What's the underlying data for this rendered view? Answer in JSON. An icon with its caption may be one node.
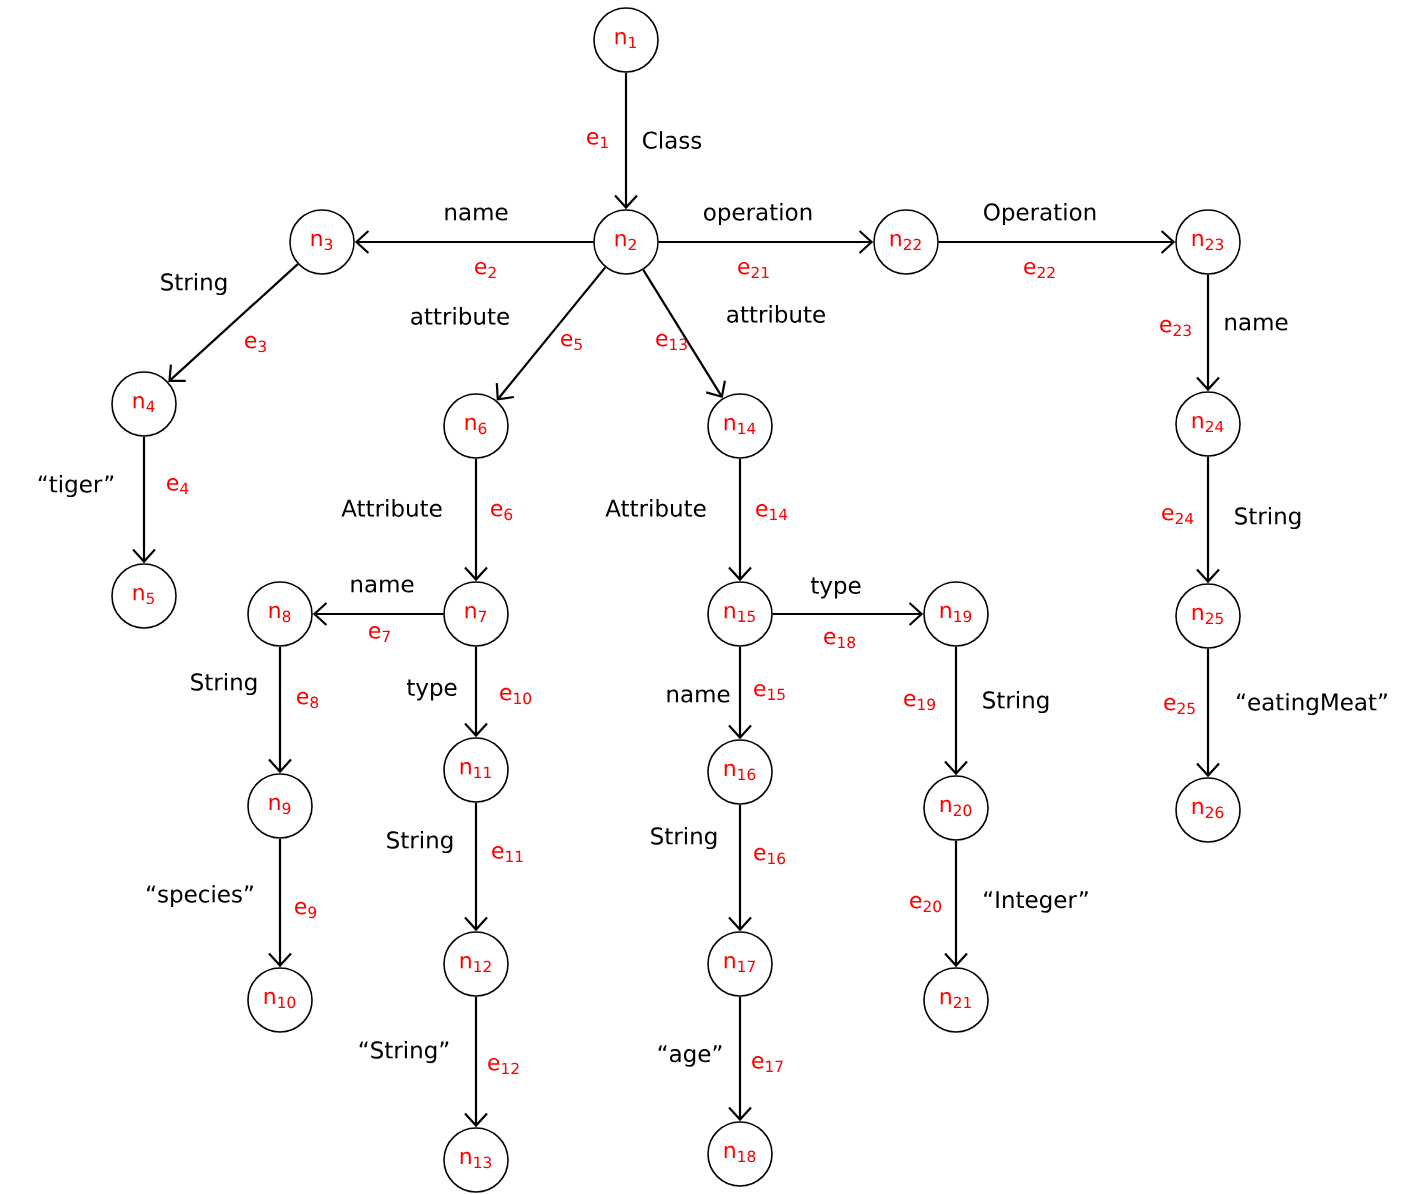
{
  "diagram": {
    "nodes": [
      {
        "text": [
          "n$_{1}$"
        ]
      },
      {
        "text": [
          "n$_{2}$"
        ]
      },
      {
        "text": [
          "n$_{3}$"
        ]
      },
      {
        "text": [
          "n$_{4}$"
        ]
      },
      {
        "text": [
          "n$_{5}$"
        ]
      },
      {
        "text": [
          "n$_{6}$"
        ]
      },
      {
        "text": [
          "n$_{7}$"
        ]
      },
      {
        "text": [
          "n$_{8}$"
        ]
      },
      {
        "text": [
          "n$_{9}$"
        ]
      },
      {
        "text": [
          "n$_{10}$"
        ]
      },
      {
        "text": [
          "n$_{11}$"
        ]
      },
      {
        "text": [
          "n$_{12}$"
        ]
      },
      {
        "text": [
          "n$_{13}$"
        ]
      },
      {
        "text": [
          "n$_{14}$"
        ]
      },
      {
        "text": [
          "n$_{15}$"
        ]
      },
      {
        "text": [
          "n$_{16}$"
        ]
      },
      {
        "text": [
          "n$_{17}$"
        ]
      },
      {
        "text": [
          "n$_{18}$"
        ]
      },
      {
        "text": [
          "n$_{19}$"
        ]
      },
      {
        "text": [
          "n$_{20}$"
        ]
      },
      {
        "text": [
          "n$_{21}$"
        ]
      },
      {
        "text": [
          "n$_{22}$"
        ]
      },
      {
        "text": [
          "n$_{23}$"
        ]
      },
      {
        "text": [
          "n$_{24}$"
        ]
      },
      {
        "text": [
          "n$_{25}$"
        ]
      },
      {
        "text": [
          "n$_{26}$"
        ]
      }
    ],
    "edges": [
      {
        "from": 0,
        "to": 1,
        "arrow": "to",
        "label": "Class"
      },
      {
        "from": 1,
        "to": 2,
        "arrow": "to",
        "label": "name"
      },
      {
        "from": 2,
        "to": 3,
        "arrow": "to",
        "label": "String"
      },
      {
        "from": 3,
        "to": 4,
        "arrow": "to",
        "label": "“tiger”"
      },
      {
        "from": 1,
        "to": 5,
        "arrow": "to",
        "label": "attribute"
      },
      {
        "from": 5,
        "to": 6,
        "arrow": "to",
        "label": "Attribute"
      },
      {
        "from": 6,
        "to": 7,
        "arrow": "to",
        "label": "name"
      },
      {
        "from": 7,
        "to": 8,
        "arrow": "to",
        "label": "String"
      },
      {
        "from": 8,
        "to": 9,
        "arrow": "to",
        "label": "“species”"
      },
      {
        "from": 6,
        "to": 10,
        "arrow": "to",
        "label": "type"
      },
      {
        "from": 10,
        "to": 11,
        "arrow": "to",
        "label": "String"
      },
      {
        "from": 11,
        "to": 12,
        "arrow": "to",
        "label": "“String”"
      },
      {
        "from": 1,
        "to": 13,
        "arrow": "to",
        "label": "attribute"
      },
      {
        "from": 13,
        "to": 14,
        "arrow": "to",
        "label": "Attribute"
      },
      {
        "from": 14,
        "to": 15,
        "arrow": "to",
        "label": "name"
      },
      {
        "from": 15,
        "to": 16,
        "arrow": "to",
        "label": "String"
      },
      {
        "from": 16,
        "to": 17,
        "arrow": "to",
        "label": "“age”"
      },
      {
        "from": 14,
        "to": 18,
        "arrow": "to",
        "label": "type"
      },
      {
        "from": 18,
        "to": 19,
        "arrow": "to",
        "label": "String"
      },
      {
        "from": 19,
        "to": 20,
        "arrow": "to",
        "label": "“Integer”"
      },
      {
        "from": 1,
        "to": 21,
        "arrow": "to",
        "label": "operation"
      },
      {
        "from": 21,
        "to": 22,
        "arrow": "to",
        "label": "Operation"
      },
      {
        "from": 22,
        "to": 23,
        "arrow": "to",
        "label": "name"
      },
      {
        "from": 23,
        "to": 24,
        "arrow": "to",
        "label": "String"
      },
      {
        "from": 24,
        "to": 25,
        "arrow": "to",
        "label": "“eatingMeat”"
      }
    ],
    "labels": [
      "e$_{1}$",
      "e$_{2}$",
      "e$_{3}$",
      "e$_{4}$",
      "e$_{5}$",
      "e$_{6}$",
      "e$_{7}$",
      "e$_{8}$",
      "e$_{9}$",
      "e$_{10}$",
      "e$_{11}$",
      "e$_{12}$",
      "e$_{13}$",
      "e$_{14}$",
      "e$_{15}$",
      "e$_{16}$",
      "e$_{17}$",
      "e$_{18}$",
      "e$_{19}$",
      "e$_{20}$",
      "e$_{21}$",
      "e$_{22}$",
      "e$_{23}$",
      "e$_{24}$",
      "e$_{25}$"
    ]
  }
}
